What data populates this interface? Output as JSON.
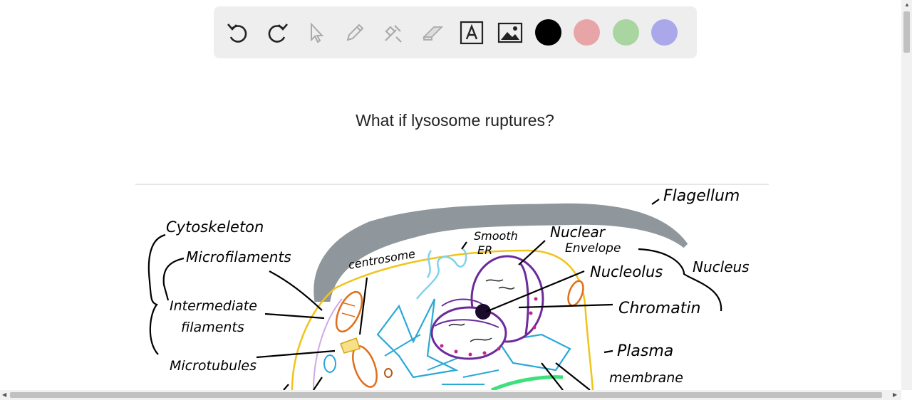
{
  "toolbar": {
    "tools": [
      "undo-icon",
      "redo-icon",
      "pointer-icon",
      "pen-icon",
      "tools-icon",
      "eraser-icon",
      "text-icon",
      "image-icon"
    ],
    "colors": [
      "#000000",
      "#e8a5a8",
      "#a9d5a0",
      "#aaa8ea"
    ]
  },
  "question": "What if lysosome ruptures?",
  "labels": {
    "flagellum": "Flagellum",
    "cytoskeleton": "Cytoskeleton",
    "microfilaments": "Microfilaments",
    "intermediate": "Intermediate",
    "filaments": "filaments",
    "microtubules": "Microtubules",
    "centrosome": "centrosome",
    "smooth": "Smooth",
    "er": "ER",
    "nuclear": "Nuclear",
    "envelope": "Envelope",
    "nucleus": "Nucleus",
    "nucleolus": "Nucleolus",
    "chromatin": "Chromatin",
    "plasma": "Plasma",
    "membrane": "membrane"
  }
}
